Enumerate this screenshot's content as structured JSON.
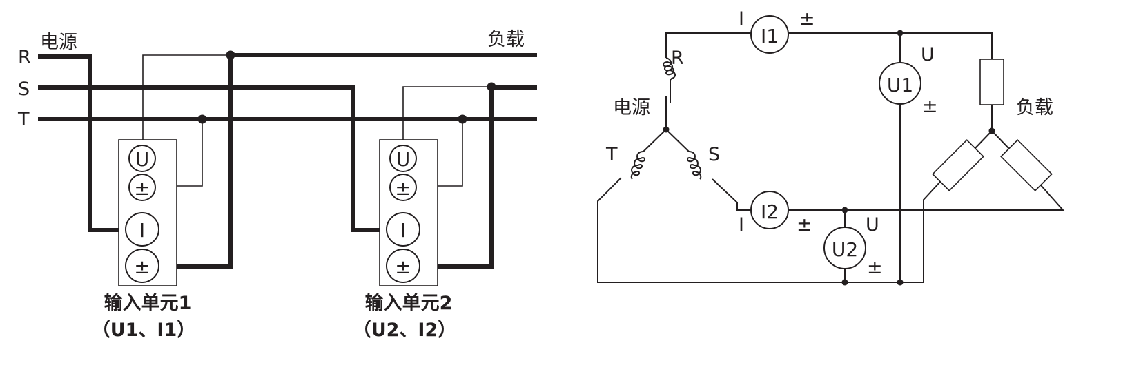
{
  "left": {
    "source_label": "电源",
    "load_label": "负载",
    "phases": [
      "R",
      "S",
      "T"
    ],
    "unit1": {
      "terminals": [
        "U",
        "±",
        "I",
        "±"
      ],
      "title": "输入单元1",
      "subtitle": "（U1、I1）"
    },
    "unit2": {
      "terminals": [
        "U",
        "±",
        "I",
        "±"
      ],
      "title": "输入单元2",
      "subtitle": "（U2、I2）"
    }
  },
  "right": {
    "source_label": "电源",
    "load_label": "负载",
    "phases": [
      "R",
      "S",
      "T"
    ],
    "meter_i1": "I1",
    "meter_i2": "I2",
    "meter_u1": "U1",
    "meter_u2": "U2",
    "i1_left": "I",
    "i1_right": "±",
    "i2_left": "I",
    "i2_right": "±",
    "u1_top": "U",
    "u1_bottom": "±",
    "u2_top": "U",
    "u2_bottom": "±"
  },
  "colors": {
    "ink": "#231f20",
    "background": "#ffffff"
  }
}
